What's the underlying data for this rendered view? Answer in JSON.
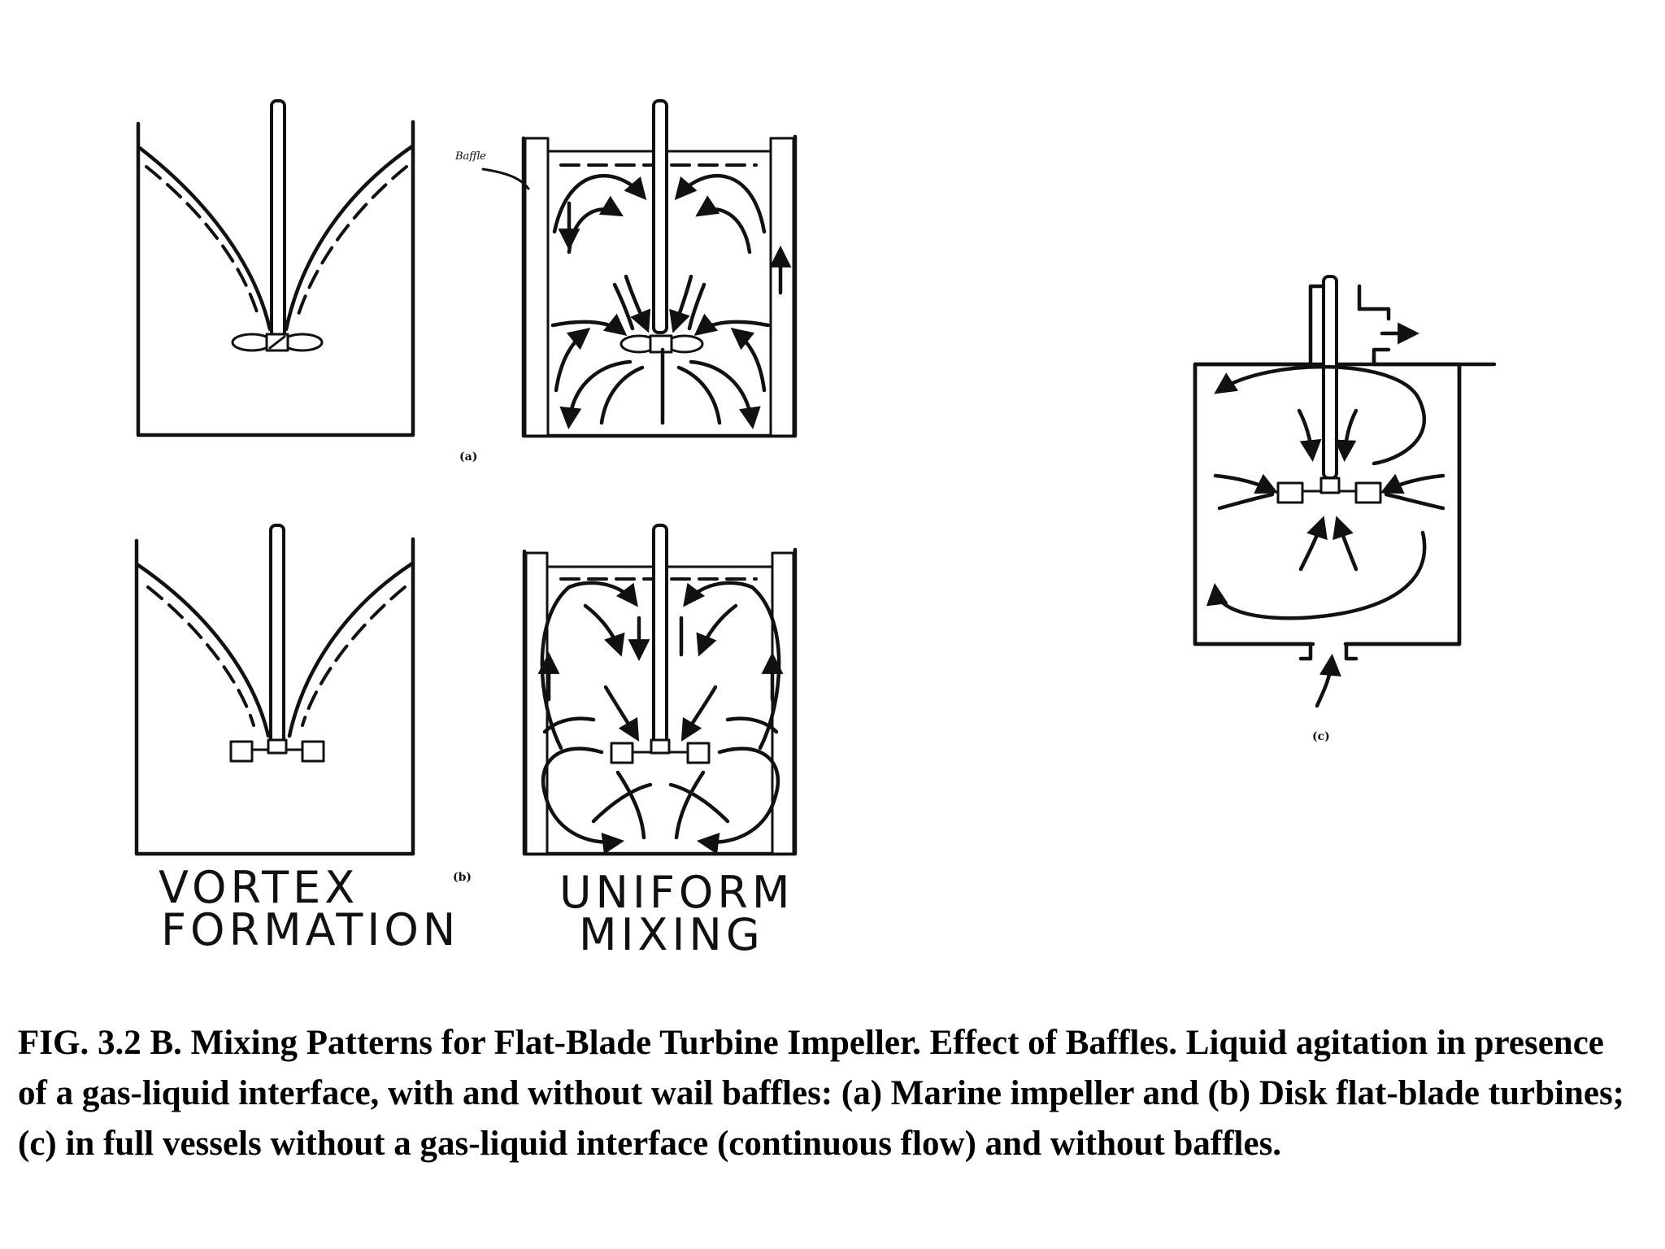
{
  "figure": {
    "panel_labels": {
      "a": "(a)",
      "b": "(b)",
      "c": "(c)"
    },
    "baffle_label": "Baffle",
    "left_label": {
      "line1": "VORTEX",
      "line2": "FORMATION"
    },
    "right_label": {
      "line1": "UNIFORM",
      "line2": "MIXING"
    }
  },
  "caption": "FIG. 3.2 B. Mixing Patterns for Flat-Blade Turbine Impeller. Effect of Baffles. Liquid agitation in presence of a gas-liquid interface, with and without wail baffles: (a) Marine impeller and (b) Disk flat-blade turbines; (c) in full vessels without a gas-liquid interface (continuous flow) and without baffles."
}
